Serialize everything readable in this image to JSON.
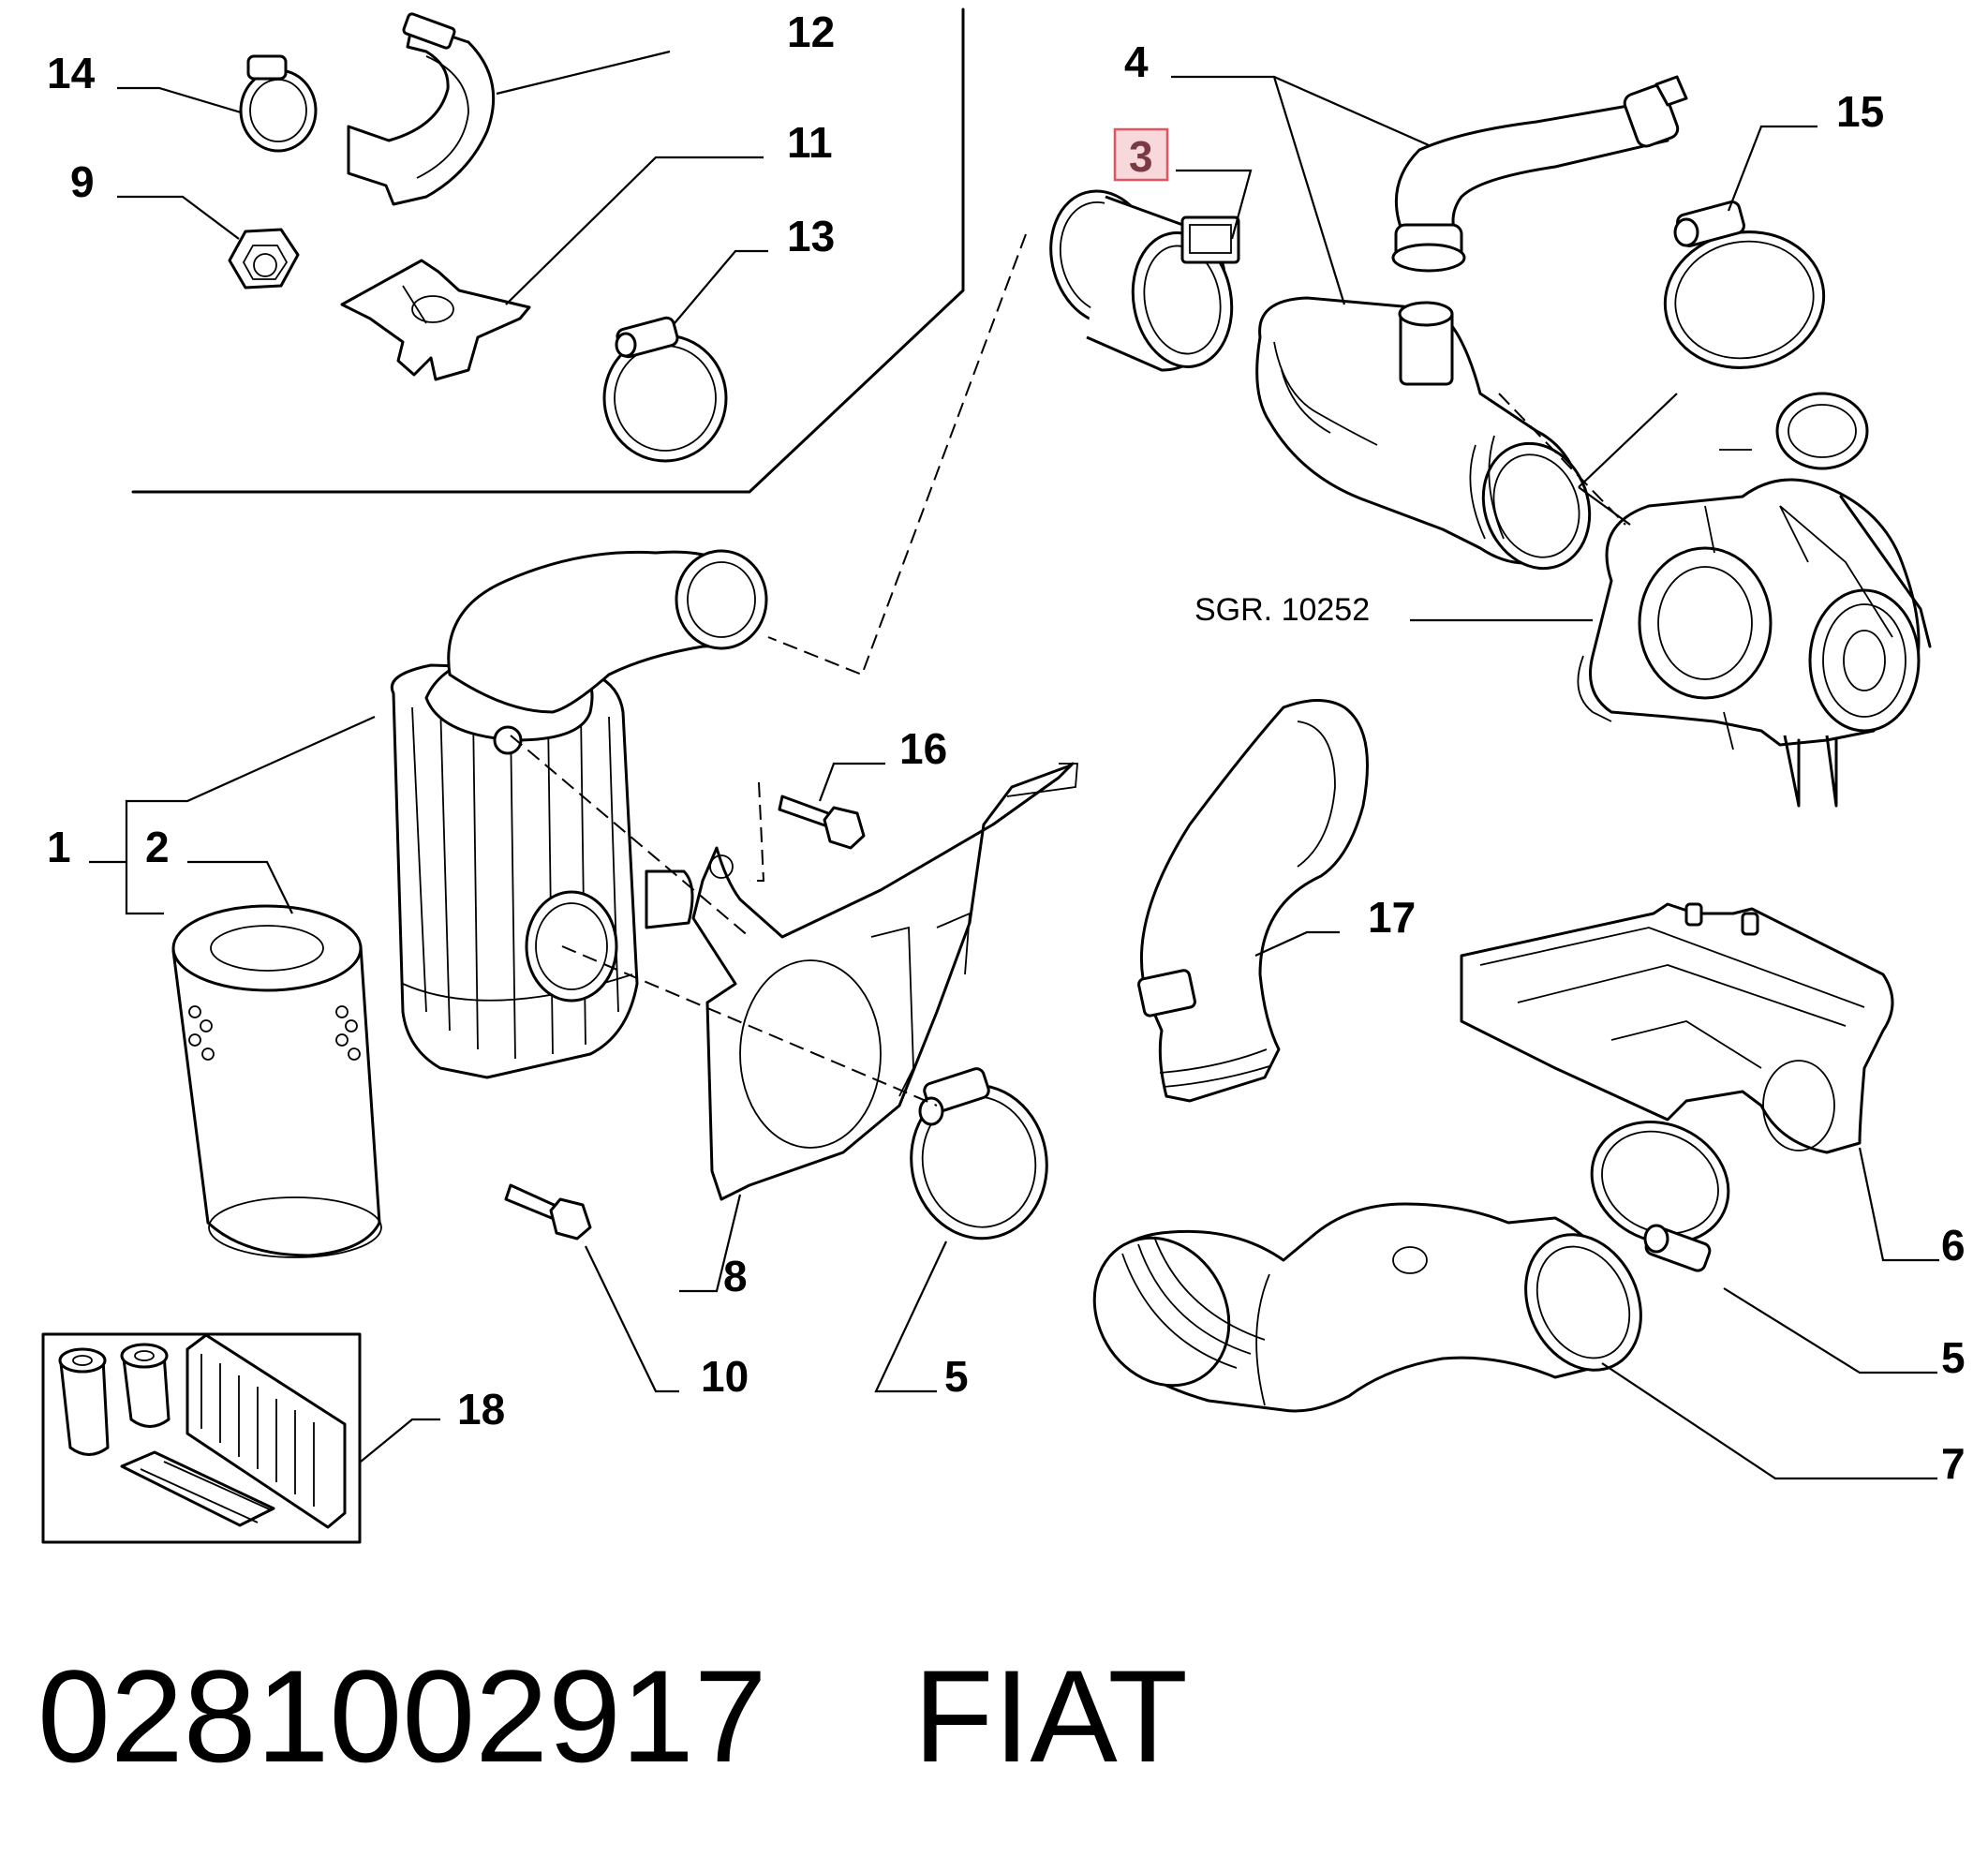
{
  "callouts": {
    "c1": "1",
    "c2": "2",
    "c3": "3",
    "c4": "4",
    "c5a": "5",
    "c5b": "5",
    "c6": "6",
    "c7": "7",
    "c8": "8",
    "c9": "9",
    "c10": "10",
    "c11": "11",
    "c12": "12",
    "c13": "13",
    "c14": "14",
    "c15": "15",
    "c16": "16",
    "c17": "17",
    "c18": "18"
  },
  "reference": "SGR. 10252",
  "footer": {
    "part_number": "0281002917",
    "brand": "FIAT"
  },
  "colors": {
    "highlight_fill": "#f7d9dc",
    "highlight_stroke": "#e0555f",
    "highlight_text": "#7a3a43"
  }
}
